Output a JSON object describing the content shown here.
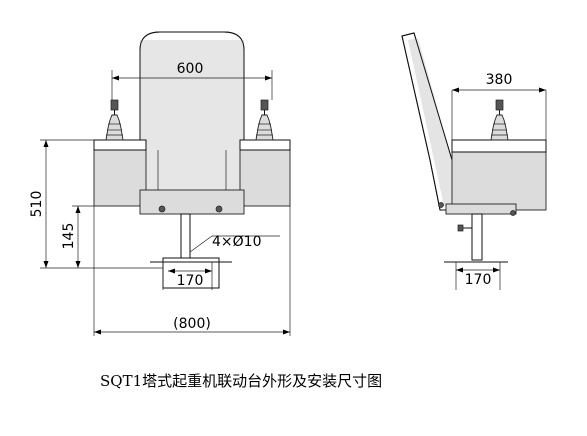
{
  "front_view": {
    "dim_width_top": "600",
    "dim_height_total": "510",
    "dim_height_lower": "145",
    "dim_holes": "4×Ø10",
    "dim_base": "170",
    "dim_overall_width": "(800)"
  },
  "side_view": {
    "dim_width_top": "380",
    "dim_base": "170"
  },
  "caption": "SQT1塔式起重机联动台外形及安装尺寸图"
}
